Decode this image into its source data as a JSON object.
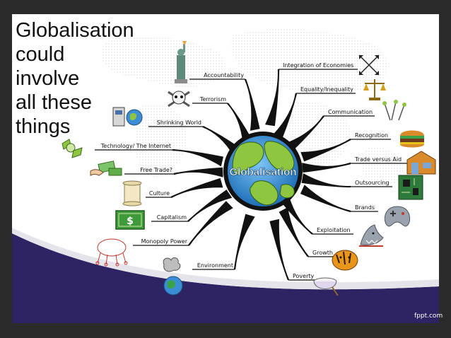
{
  "title_lines": [
    "Globalisation",
    "could",
    "involve",
    "all these",
    "things"
  ],
  "center_label": "Globalisation",
  "footer": "fppt.com",
  "colors": {
    "background": "#2b2b2b",
    "slide": "#ffffff",
    "swoosh": "#2e2463",
    "spider": "#111111",
    "globe_ocean": "#3b8ed6",
    "globe_land": "#8ec63f"
  },
  "branches_left": [
    {
      "label": "Accountability",
      "icon": "statue-of-liberty-icon"
    },
    {
      "label": "Terrorism",
      "icon": "skull-crossbones-icon"
    },
    {
      "label": "Shrinking World",
      "icon": "computer-globe-icon"
    },
    {
      "label": "Technology/ The Internet",
      "icon": "satellite-icon"
    },
    {
      "label": "Free Trade?",
      "icon": "money-hand-icon"
    },
    {
      "label": "Culture",
      "icon": "scroll-icon"
    },
    {
      "label": "Capitalism",
      "icon": "dollar-bill-icon"
    },
    {
      "label": "Monopoly Power",
      "icon": "brain-network-icon"
    },
    {
      "label": "Environment",
      "icon": "polluted-earth-icon"
    }
  ],
  "branches_right": [
    {
      "label": "Integration of Economies",
      "icon": "arrows-cross-icon"
    },
    {
      "label": "Equality/Inequality",
      "icon": "scales-icon"
    },
    {
      "label": "Communication",
      "icon": "antenna-icon"
    },
    {
      "label": "Recognition",
      "icon": "burger-icon"
    },
    {
      "label": "Trade versus Aid",
      "icon": "warehouse-icon"
    },
    {
      "label": "Outsourcing",
      "icon": "circuit-board-icon"
    },
    {
      "label": "Brands",
      "icon": "game-controller-icon"
    },
    {
      "label": "Exploitation",
      "icon": "shark-icon"
    },
    {
      "label": "Growth",
      "icon": "tiger-icon"
    },
    {
      "label": "Poverty",
      "icon": "empty-bowl-icon"
    }
  ]
}
